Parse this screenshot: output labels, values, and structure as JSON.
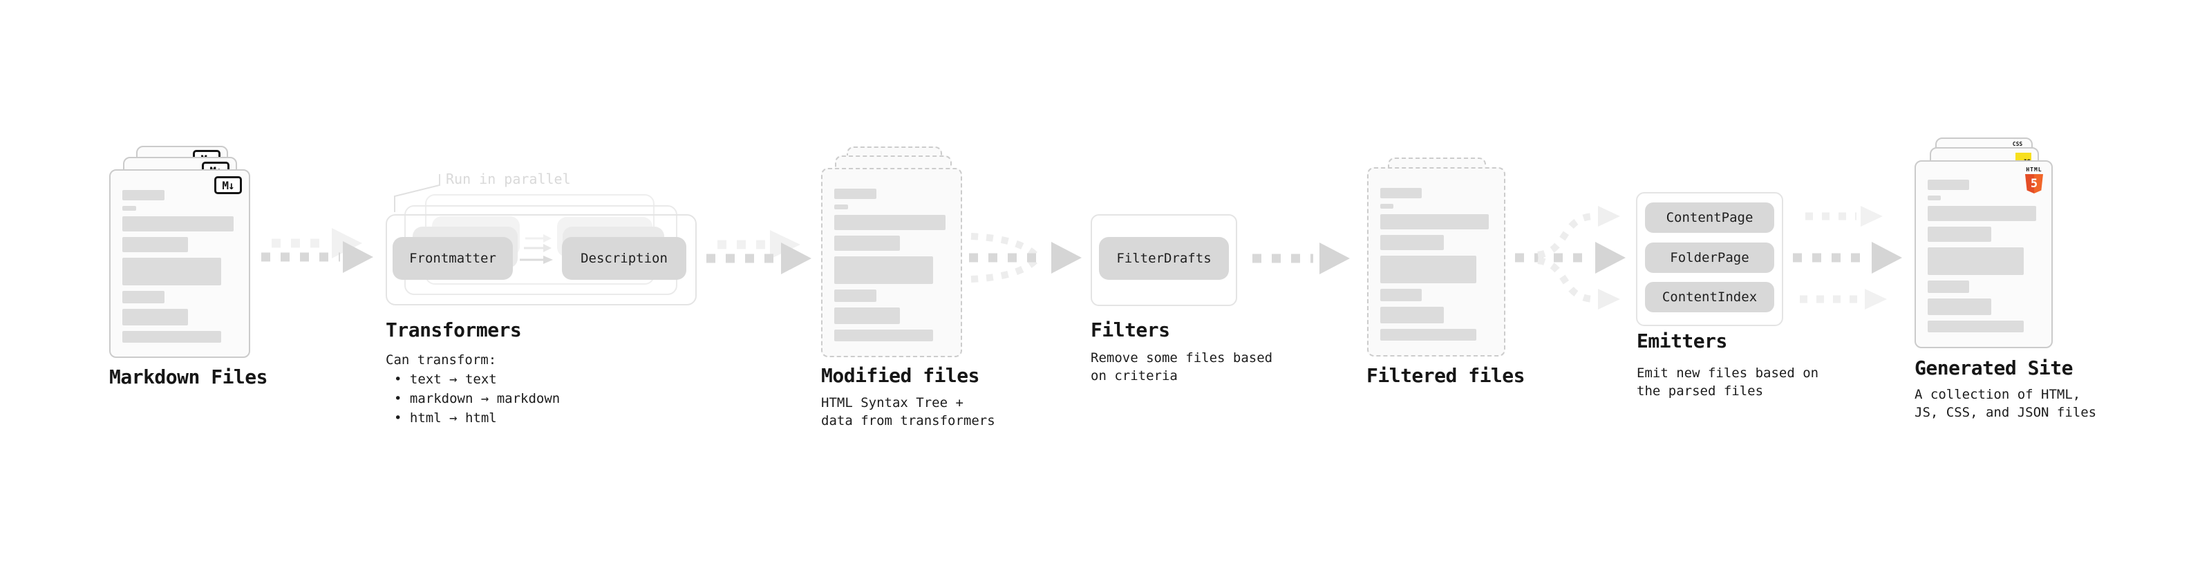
{
  "stages": {
    "markdown_files": {
      "title": "Markdown Files",
      "badge": "M↓"
    },
    "transformers": {
      "title": "Transformers",
      "callout": "Run in parallel",
      "pill_left": "Frontmatter",
      "pill_right": "Description",
      "subtitle_heading": "Can transform:",
      "bullets": [
        "• text → text",
        "• markdown → markdown",
        "• html → html"
      ]
    },
    "modified_files": {
      "title": "Modified files",
      "subtitle": [
        "HTML Syntax Tree +",
        "data from transformers"
      ]
    },
    "filters": {
      "title": "Filters",
      "pill": "FilterDrafts",
      "subtitle": [
        "Remove some files based",
        "on criteria"
      ]
    },
    "filtered_files": {
      "title": "Filtered files"
    },
    "emitters": {
      "title": "Emitters",
      "pills": [
        "ContentPage",
        "FolderPage",
        "ContentIndex"
      ],
      "subtitle": [
        "Emit new files based on",
        "the parsed files"
      ]
    },
    "generated_site": {
      "title": "Generated Site",
      "subtitle": [
        "A collection of HTML,",
        "JS, CSS, and JSON files"
      ],
      "badges": {
        "html_label": "HTML",
        "html_number": "5",
        "js": "JS",
        "css": "CSS"
      }
    }
  },
  "colors": {
    "pill_gray": "#d8d8d8",
    "doc_bar_gray": "#dcdcdc",
    "arrow_gray": "#d6d6d6",
    "arrow_light": "#f1f1f1",
    "html5_orange": "#e44d26",
    "js_yellow": "#f7df1e",
    "css_blue": "#2965f1"
  }
}
